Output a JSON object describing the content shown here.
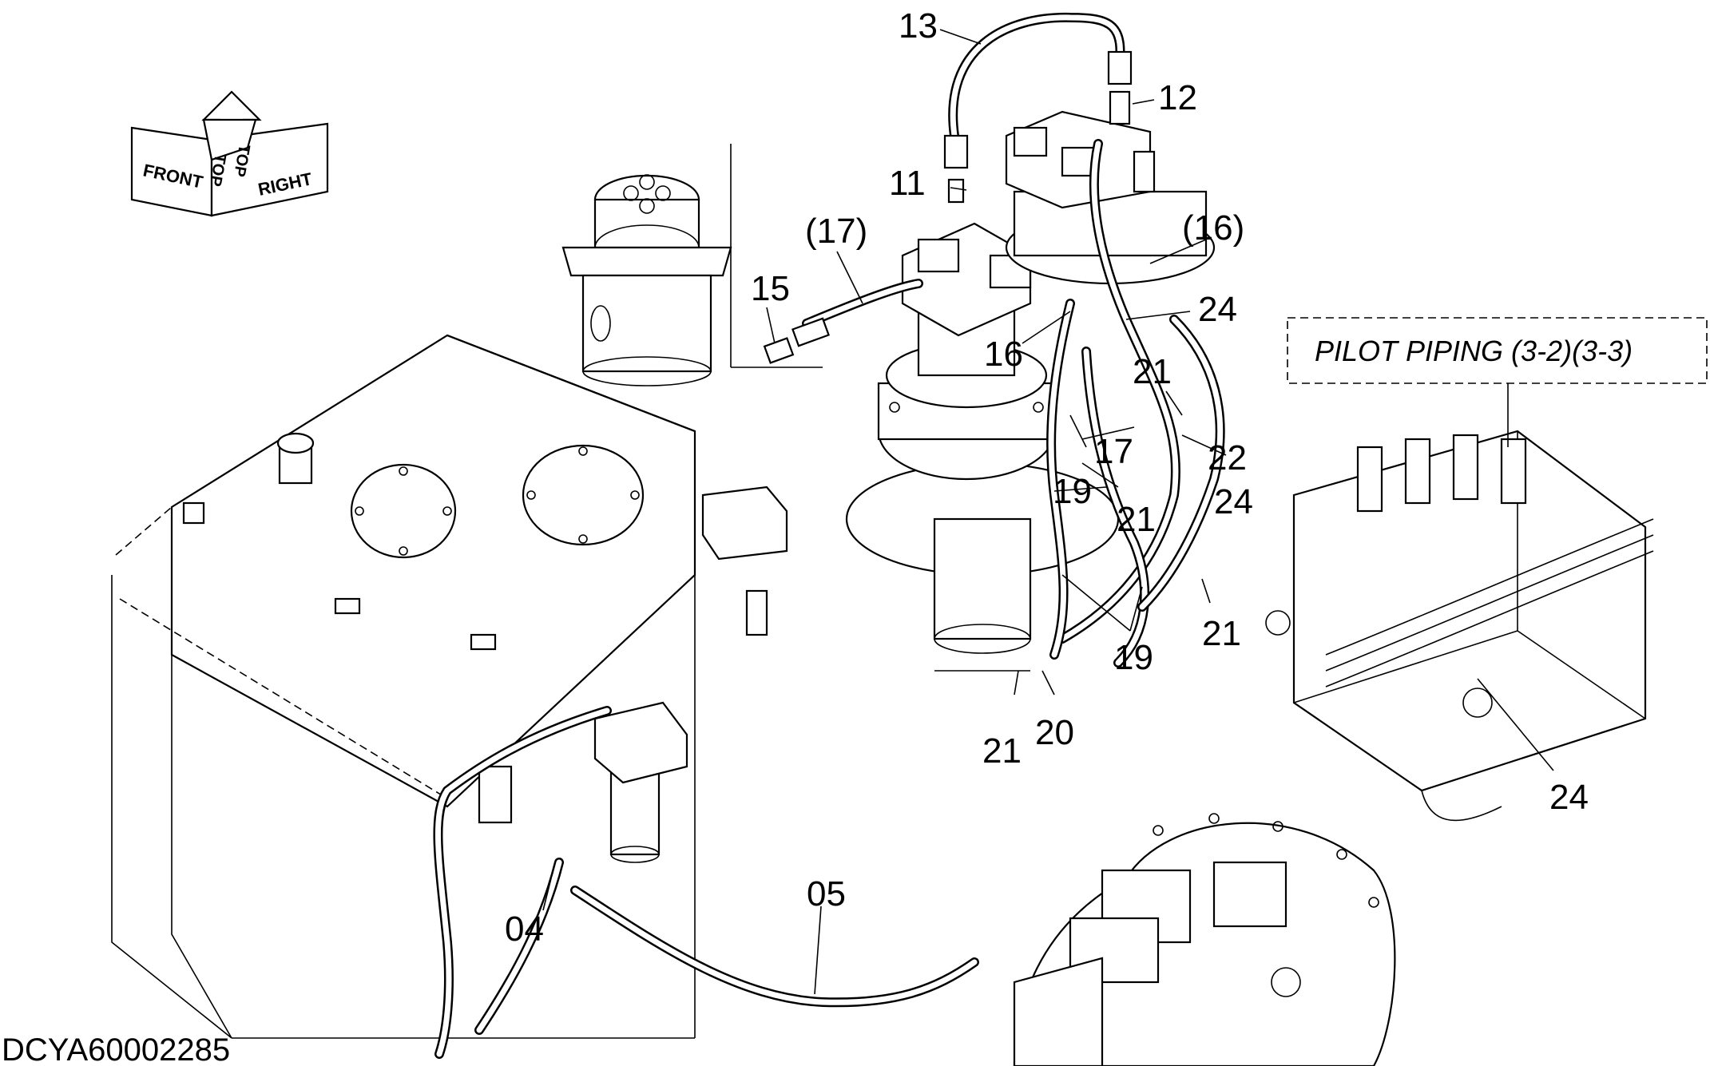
{
  "drawing_code": "DCYA60002285",
  "reference_note": "PILOT PIPING (3-2)(3-3)",
  "orientation": {
    "front": "FRONT",
    "top_a": "TOP",
    "top_b": "TOP",
    "right": "RIGHT"
  },
  "callouts": {
    "c13": "13",
    "c12": "12",
    "c11": "11",
    "c17p": "(17)",
    "c16p": "(16)",
    "c15": "15",
    "c24a": "24",
    "c16": "16",
    "c21a": "21",
    "c17": "17",
    "c22": "22",
    "c19a": "19",
    "c24b": "24",
    "c21b": "21",
    "c21c": "21",
    "c19b": "19",
    "c21d": "21",
    "c20": "20",
    "c24c": "24",
    "c05": "05",
    "c04": "04"
  }
}
